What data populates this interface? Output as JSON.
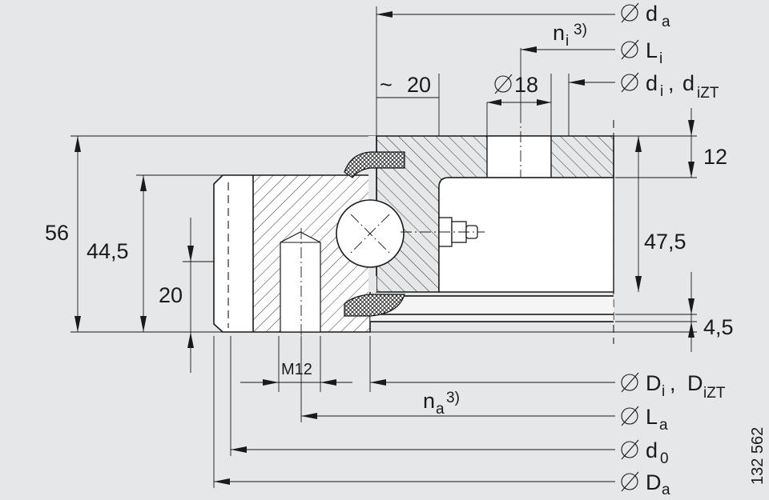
{
  "labels": {
    "da": "d",
    "da_sub": "a",
    "ni": "n",
    "ni_sub": "i",
    "ni_sup": "3)",
    "Li": "L",
    "Li_sub": "i",
    "di": "d",
    "di_sub": "i",
    "di_comma": ",",
    "diZT": "d",
    "diZT_sub": "iZT",
    "approx20": "20",
    "bore18": "18",
    "dim12": "12",
    "dim56": "56",
    "dim44_5": "44,5",
    "dim47_5": "47,5",
    "dim20": "20",
    "dim4_5": "4,5",
    "m12": "M12",
    "Di": "D",
    "Di_sub": "i",
    "Di_comma": ",",
    "DiZT": "D",
    "DiZT_sub": "iZT",
    "na": "n",
    "na_sub": "a",
    "na_sup": "3)",
    "La": "L",
    "La_sub": "a",
    "d0": "d",
    "d0_sub": "0",
    "Da": "D",
    "Da_sub": "a",
    "figure_number": "132 562"
  },
  "colors": {
    "background": "#e6e7e8",
    "part_fill": "#ffffff",
    "line": "#1a1a1a"
  }
}
